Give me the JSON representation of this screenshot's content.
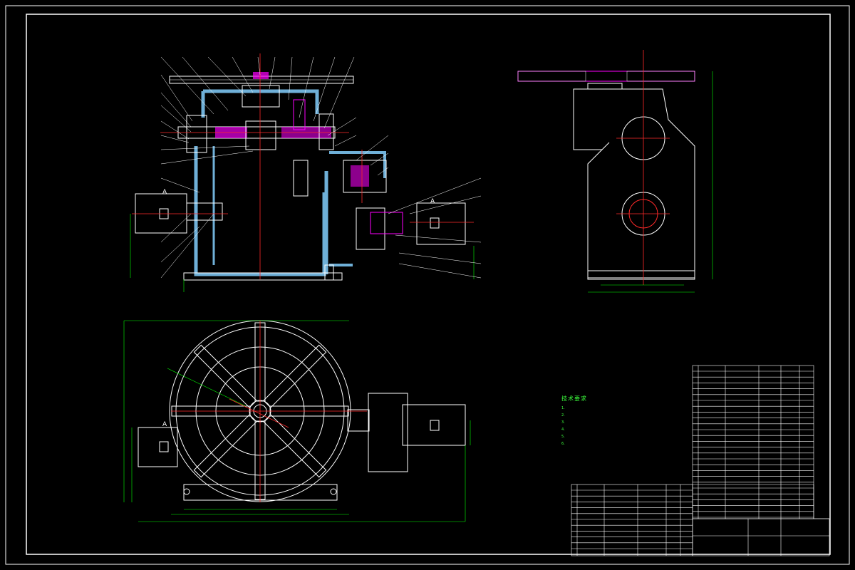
{
  "colors": {
    "background": "#000000",
    "outline": "#ffffff",
    "dimension": "#00ff00",
    "centerline": "#ff2a2a",
    "section_wall": "#6fb0d8",
    "gear": "#ff00ff",
    "leader": "#ffffff",
    "notes": "#3cff3c",
    "hidden": "#ffff00"
  },
  "drawing": {
    "section_marks": [
      "A",
      "A",
      "A"
    ],
    "notes": {
      "title": "技术要求",
      "lines": [
        "1.",
        "2.",
        "3.",
        "4.",
        "5.",
        "6."
      ]
    },
    "title_block": {
      "drawing_name": "",
      "part_name": ""
    }
  },
  "icons": {
    "section_arrow": "arrow-up-icon"
  }
}
